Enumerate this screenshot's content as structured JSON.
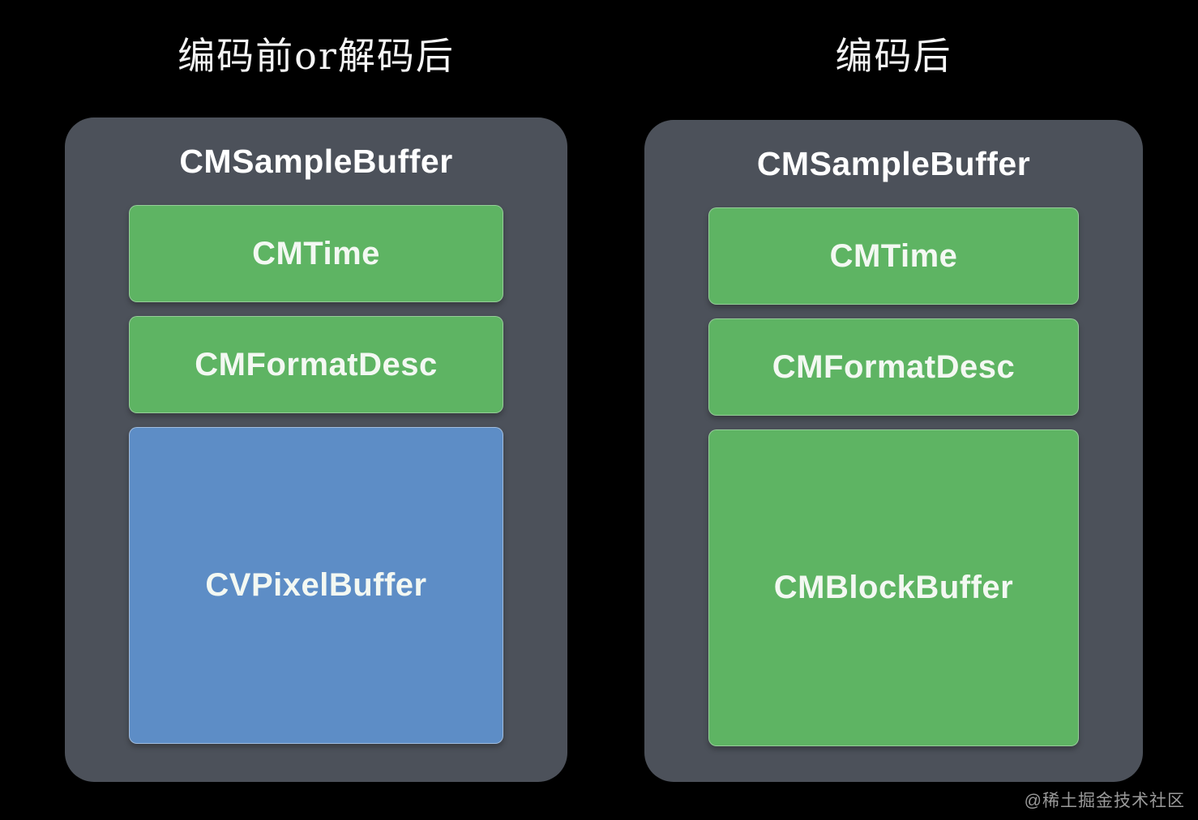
{
  "page": {
    "watermark": "@稀土掘金技术社区"
  },
  "colors": {
    "background": "#000000",
    "panel_bg": "#4c515a",
    "green_box": "#5eb463",
    "blue_box": "#5d8dc6",
    "title_text": "#f5f5f5",
    "box_text": "#f3f8f2",
    "watermark_text": "#9a9a9a"
  },
  "diagram": {
    "panels": [
      {
        "title": "编码前or解码后",
        "container_label": "CMSampleBuffer",
        "boxes": [
          {
            "label": "CMTime",
            "color": "green"
          },
          {
            "label": "CMFormatDesc",
            "color": "green"
          },
          {
            "label": "CVPixelBuffer",
            "color": "blue"
          }
        ]
      },
      {
        "title": "编码后",
        "container_label": "CMSampleBuffer",
        "boxes": [
          {
            "label": "CMTime",
            "color": "green"
          },
          {
            "label": "CMFormatDesc",
            "color": "green"
          },
          {
            "label": "CMBlockBuffer",
            "color": "green"
          }
        ]
      }
    ]
  }
}
